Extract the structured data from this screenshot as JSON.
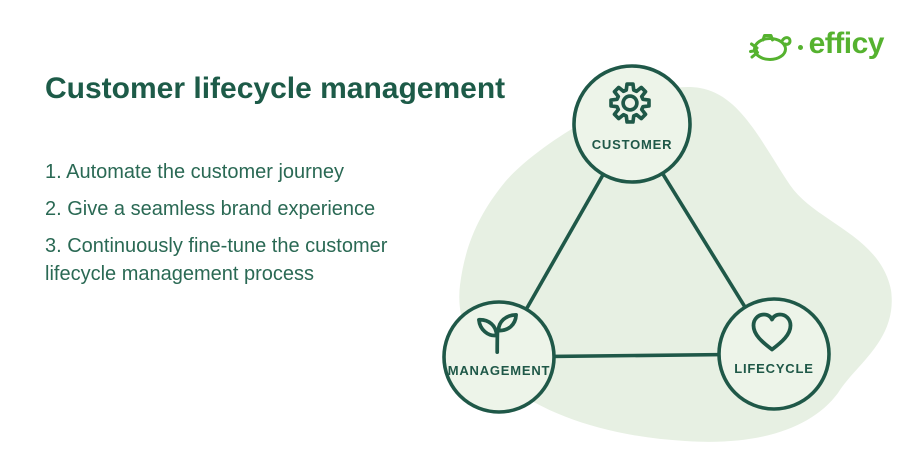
{
  "logo": {
    "brand": "efficy"
  },
  "header": {
    "title": "Customer lifecycle management"
  },
  "steps": {
    "items": [
      "1. Automate the customer journey",
      "2. Give a seamless brand experience",
      "3. Continuously fine-tune the customer lifecycle management process"
    ]
  },
  "diagram": {
    "nodes": [
      {
        "id": "customer",
        "label": "CUSTOMER",
        "icon": "gear-icon"
      },
      {
        "id": "management",
        "label": "MANAGEMENT",
        "icon": "sprout-icon"
      },
      {
        "id": "lifecycle",
        "label": "LIFECYCLE",
        "icon": "heart-icon"
      }
    ]
  },
  "colors": {
    "dark_green": "#1f5848",
    "title_green": "#1d5b48",
    "body_text_green": "#2a6954",
    "blob_light_green": "#e7f0e3",
    "circle_fill": "#edf4e9",
    "brand_green": "#55b22f"
  }
}
